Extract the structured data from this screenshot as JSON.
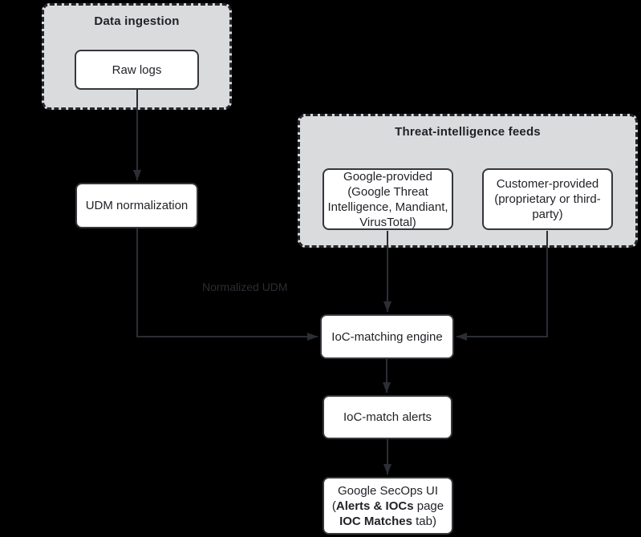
{
  "colors": {
    "background": "#000000",
    "group_fill": "#d9dbdd",
    "group_border": "#24262b",
    "node_fill": "#ffffff",
    "node_border": "#35373c",
    "text": "#1f2126",
    "arrow": "#2c2e35",
    "edge_label_text": "#2b2d33"
  },
  "groups": {
    "ingestion": {
      "title": "Data ingestion"
    },
    "threat_feeds": {
      "title": "Threat-intelligence feeds"
    }
  },
  "nodes": {
    "raw_logs": {
      "label": "Raw logs"
    },
    "udm_normalization": {
      "label": "UDM normalization"
    },
    "google_provided": {
      "lines": [
        "Google-provided",
        "(Google Threat",
        "Intelligence, Mandiant,",
        "VirusTotal)"
      ]
    },
    "customer_provided": {
      "lines": [
        "Customer-provided",
        "(proprietary or third-",
        "party)"
      ]
    },
    "ioc_matching_engine": {
      "label": "IoC-matching engine"
    },
    "ioc_match_alerts": {
      "label": "IoC-match alerts"
    },
    "secops_ui": {
      "line1": "Google SecOps UI",
      "line2_open": "(",
      "line2_bold": "Alerts & IOCs",
      "line2_rest": " page",
      "line3_bold": "IOC Matches",
      "line3_rest": " tab)"
    }
  },
  "edge_labels": {
    "normalized_udm": "Normalized UDM"
  }
}
